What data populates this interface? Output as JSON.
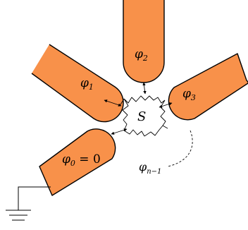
{
  "diagram": {
    "scatterer_label": "S",
    "leads": [
      {
        "id": "lead-0",
        "symbol": "φ",
        "subscript": "0",
        "suffix": " = 0",
        "grounded": true
      },
      {
        "id": "lead-1",
        "symbol": "φ",
        "subscript": "1",
        "suffix": "",
        "grounded": false
      },
      {
        "id": "lead-2",
        "symbol": "φ",
        "subscript": "2",
        "suffix": "",
        "grounded": false
      },
      {
        "id": "lead-3",
        "symbol": "φ",
        "subscript": "3",
        "suffix": "",
        "grounded": false
      }
    ],
    "extra_lead": {
      "symbol": "φ",
      "subscript": "n−1"
    },
    "colors": {
      "lead_fill": "#F8914A",
      "stroke": "#000000",
      "background": "#FFFFFF"
    }
  }
}
